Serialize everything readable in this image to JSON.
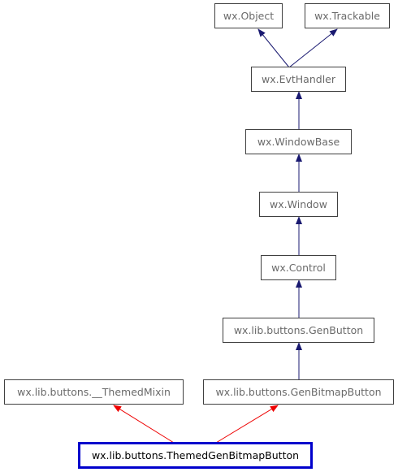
{
  "nodes": {
    "object": "wx.Object",
    "trackable": "wx.Trackable",
    "evthandler": "wx.EvtHandler",
    "windowbase": "wx.WindowBase",
    "window": "wx.Window",
    "control": "wx.Control",
    "genbutton": "wx.lib.buttons.GenButton",
    "themedmixin": "wx.lib.buttons.__ThemedMixin",
    "genbitmapbutton": "wx.lib.buttons.GenBitmapButton",
    "themedgenbitmapbutton": "wx.lib.buttons.ThemedGenBitmapButton"
  },
  "colors": {
    "inheritance_arrow": "#191970",
    "mixin_arrow": "#ee0000",
    "focus_border": "#0000cc",
    "node_border": "#404040",
    "node_text": "#6a6a6a"
  }
}
